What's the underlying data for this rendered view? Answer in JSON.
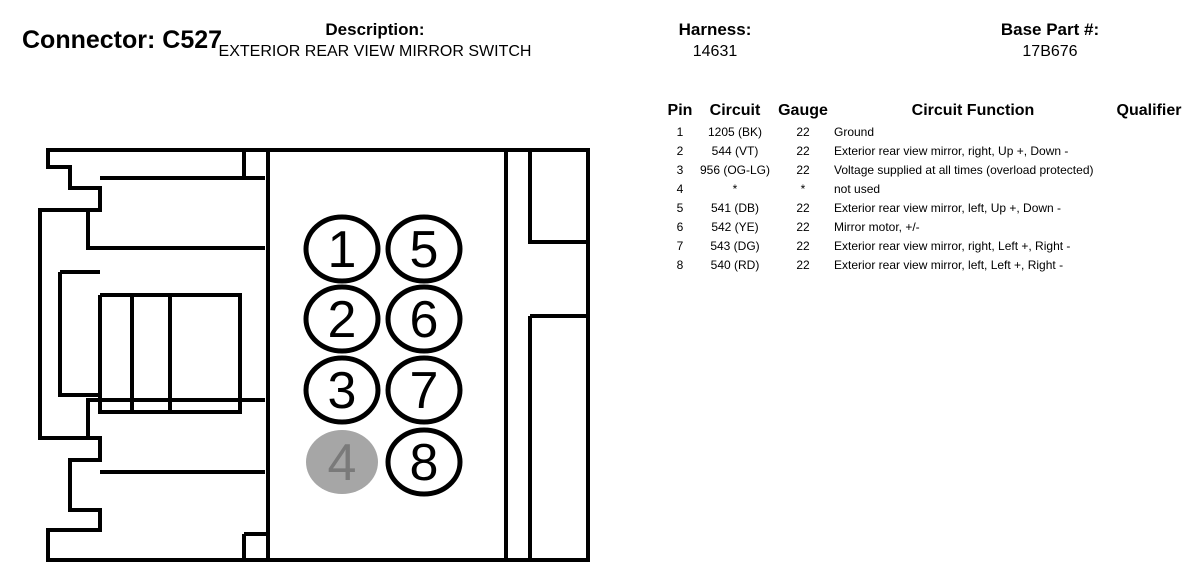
{
  "header": {
    "connector": "Connector: C527",
    "description_label": "Description:",
    "description_value": "EXTERIOR REAR VIEW MIRROR SWITCH",
    "harness_label": "Harness:",
    "harness_value": "14631",
    "base_part_label": "Base Part #:",
    "base_part_value": "17B676"
  },
  "table": {
    "headers": [
      "Pin",
      "Circuit",
      "Gauge",
      "Circuit Function",
      "Qualifier"
    ],
    "rows": [
      {
        "pin": "1",
        "circuit": "1205 (BK)",
        "gauge": "22",
        "function": "Ground",
        "qualifier": ""
      },
      {
        "pin": "2",
        "circuit": "544 (VT)",
        "gauge": "22",
        "function": "Exterior rear view mirror, right, Up +, Down -",
        "qualifier": ""
      },
      {
        "pin": "3",
        "circuit": "956 (OG-LG)",
        "gauge": "22",
        "function": "Voltage supplied at all times (overload protected)",
        "qualifier": ""
      },
      {
        "pin": "4",
        "circuit": "*",
        "gauge": "*",
        "function": "not used",
        "qualifier": ""
      },
      {
        "pin": "5",
        "circuit": "541 (DB)",
        "gauge": "22",
        "function": "Exterior rear view mirror, left, Up +, Down -",
        "qualifier": ""
      },
      {
        "pin": "6",
        "circuit": "542 (YE)",
        "gauge": "22",
        "function": "Mirror motor, +/-",
        "qualifier": ""
      },
      {
        "pin": "7",
        "circuit": "543 (DG)",
        "gauge": "22",
        "function": "Exterior rear view mirror, right, Left +, Right -",
        "qualifier": ""
      },
      {
        "pin": "8",
        "circuit": "540 (RD)",
        "gauge": "22",
        "function": "Exterior rear view mirror, left, Left +, Right -",
        "qualifier": ""
      }
    ]
  },
  "connector": {
    "pins": [
      {
        "label": "1",
        "used": true
      },
      {
        "label": "5",
        "used": true
      },
      {
        "label": "2",
        "used": true
      },
      {
        "label": "6",
        "used": true
      },
      {
        "label": "3",
        "used": true
      },
      {
        "label": "7",
        "used": true
      },
      {
        "label": "4",
        "used": false
      },
      {
        "label": "8",
        "used": true
      }
    ],
    "unused_fill": "#a6a6a6",
    "unused_text": "#7a7a7a",
    "line_color": "#000000"
  }
}
